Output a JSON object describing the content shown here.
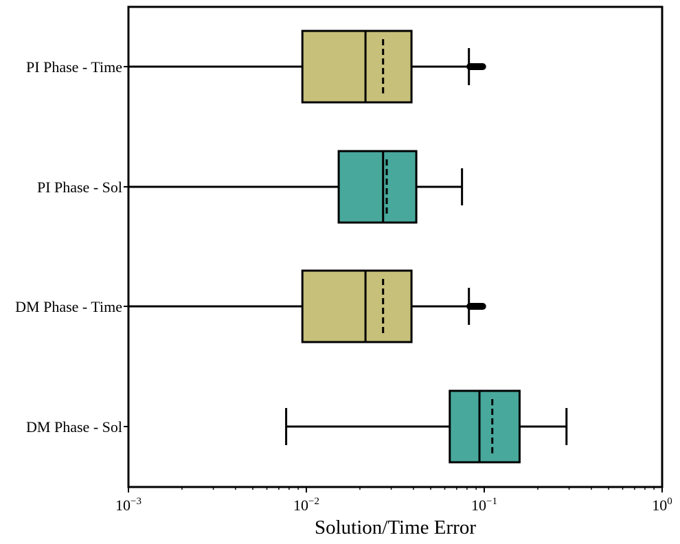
{
  "chart_data": {
    "type": "boxplot",
    "orientation": "horizontal",
    "xlabel": "Solution/Time Error",
    "xscale": "log",
    "xlim": [
      0.001,
      1
    ],
    "x_ticks": [
      {
        "value": 0.001,
        "base": "10",
        "exp": "−3"
      },
      {
        "value": 0.01,
        "base": "10",
        "exp": "−2"
      },
      {
        "value": 0.1,
        "base": "10",
        "exp": "−1"
      },
      {
        "value": 1,
        "base": "10",
        "exp": "0"
      }
    ],
    "categories": [
      "PI Phase - Time",
      "PI Phase - Sol",
      "DM Phase - Time",
      "DM Phase - Sol"
    ],
    "boxes": [
      {
        "label": "PI Phase - Time",
        "whisker_low": 0.001,
        "q1": 0.0095,
        "median": 0.0215,
        "mean": 0.027,
        "q3": 0.039,
        "whisker_high": 0.082,
        "outliers_from": 0.083,
        "outliers_to": 0.098,
        "color": "#c6c07a"
      },
      {
        "label": "PI Phase - Sol",
        "whisker_low": 0.001,
        "q1": 0.0152,
        "median": 0.027,
        "mean": 0.0283,
        "q3": 0.0415,
        "whisker_high": 0.075,
        "color": "#48a89c"
      },
      {
        "label": "DM Phase - Time",
        "whisker_low": 0.001,
        "q1": 0.0095,
        "median": 0.0215,
        "mean": 0.027,
        "q3": 0.039,
        "whisker_high": 0.082,
        "outliers_from": 0.083,
        "outliers_to": 0.098,
        "color": "#c6c07a"
      },
      {
        "label": "DM Phase - Sol",
        "whisker_low": 0.0077,
        "q1": 0.064,
        "median": 0.094,
        "mean": 0.111,
        "q3": 0.158,
        "whisker_high": 0.29,
        "color": "#48a89c"
      }
    ],
    "grid": false,
    "legend": "none"
  }
}
